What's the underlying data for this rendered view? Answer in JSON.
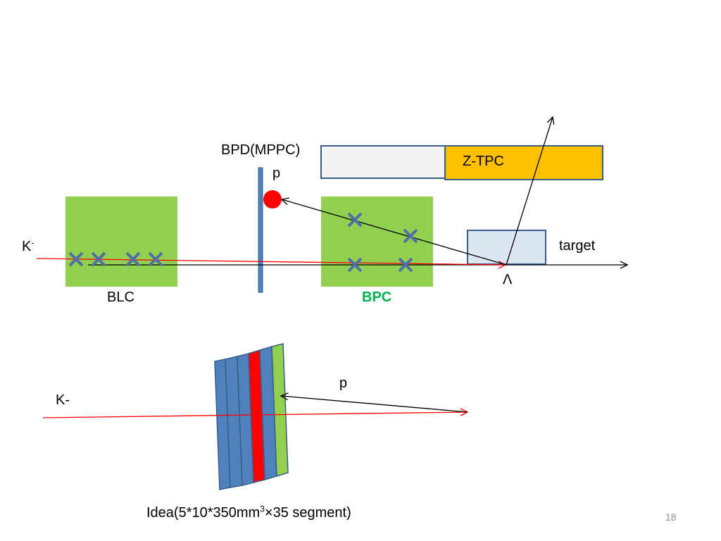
{
  "slide": {
    "number": "18",
    "caption": {
      "prefix": "Idea(5*10*350mm",
      "sup": "3",
      "suffix": "×35 segment)"
    }
  },
  "top_diagram": {
    "labels": {
      "bpd": "BPD(MPPC)",
      "p": "p",
      "ztpc": "Z-TPC",
      "kminus_base": "K",
      "kminus_sup": "-",
      "target": "target",
      "lambda": "Λ",
      "blc": "BLC",
      "bpc": "BPC"
    },
    "wire_mark_glyph": "✕"
  },
  "bottom_diagram": {
    "labels": {
      "p": "p",
      "kminus": "K-"
    }
  },
  "colors": {
    "chamber_green": "#92d050",
    "detector_blue": "#4f81bd",
    "detector_outline": "#385d8a",
    "tpc_orange": "#ffc000",
    "tpc_grey": "#f2f2f2",
    "target_fill": "#dce6f1",
    "beam_red": "#ff0000",
    "bpc_label_green": "#00b050",
    "segment_red": "#ff0000",
    "segment_green": "#92d050"
  }
}
